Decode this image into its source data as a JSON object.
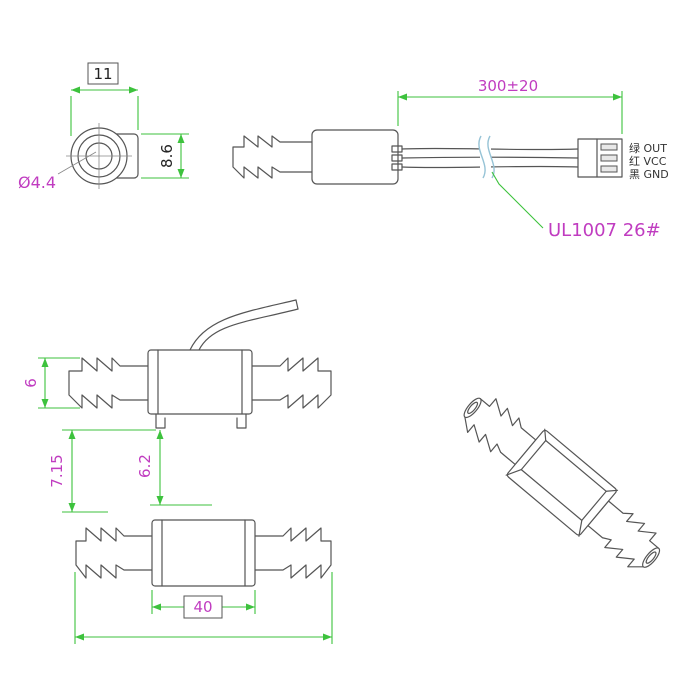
{
  "drawing": {
    "end_view": {
      "dim_width": "11",
      "dim_height": "8.6",
      "dim_bore": "Ø4.4"
    },
    "cable_view": {
      "dim_cable_length": "300±20",
      "wire_labels": [
        "绿 OUT",
        "红 VCC",
        "黑 GND"
      ],
      "cable_spec": "UL1007 26#"
    },
    "profile_view": {
      "dim_barb_od": "6",
      "dim_bracket_a": "7.15",
      "dim_bracket_b": "6.2"
    },
    "length_view": {
      "dim_body_length": "40"
    }
  },
  "colors": {
    "dimension_lines": "#3dc23d",
    "dimension_text_magenta": "#c03cc0",
    "dimension_text_black": "#222222",
    "outline": "#555555",
    "break_mark": "#96c3d6",
    "background": "#ffffff"
  }
}
